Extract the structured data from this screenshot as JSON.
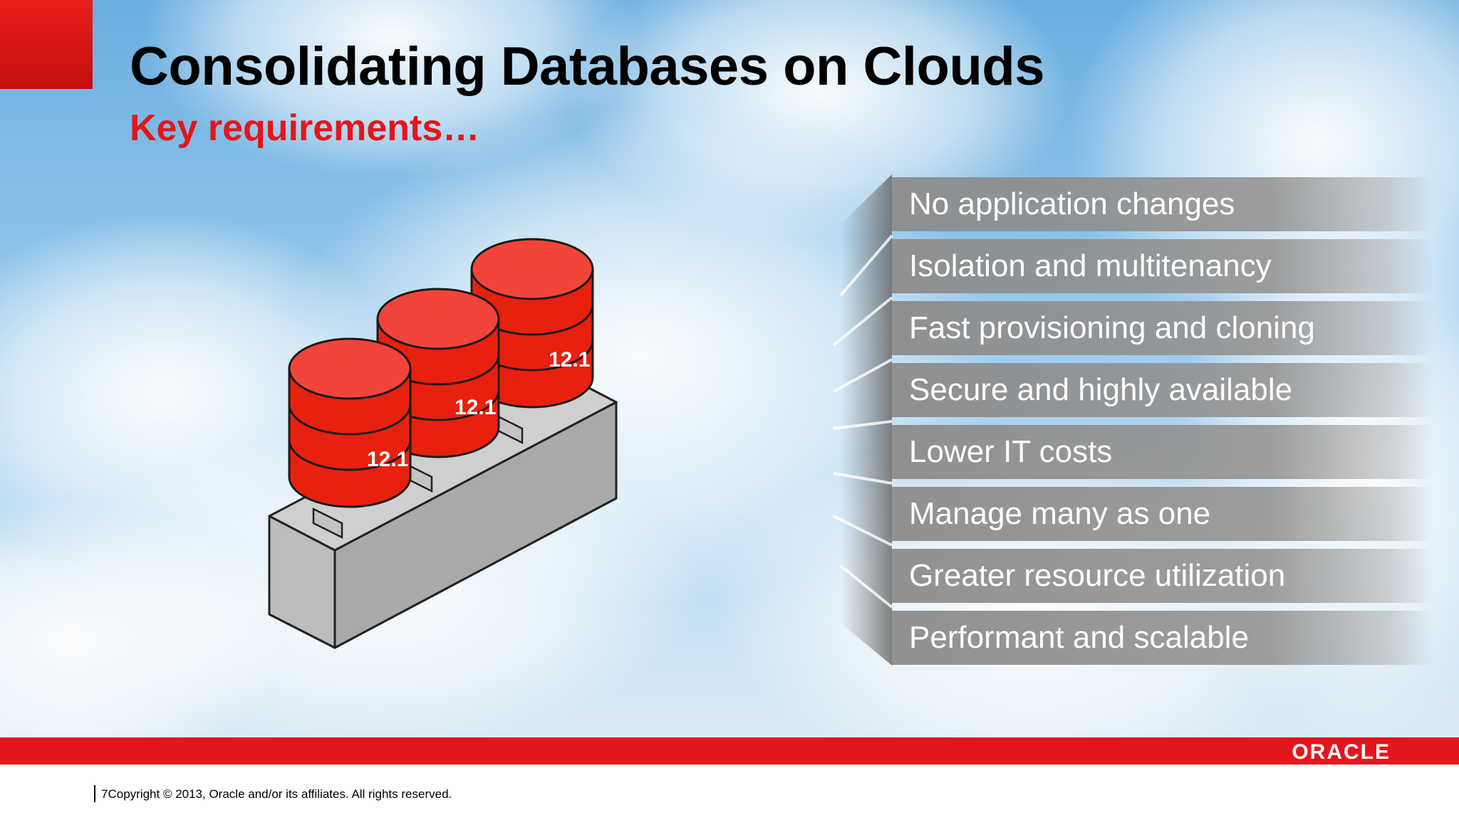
{
  "slide": {
    "title": "Consolidating Databases on Clouds",
    "subtitle": "Key requirements…",
    "database_labels": [
      "12.1",
      "12.1",
      "12.1"
    ],
    "requirements": [
      "No application changes",
      "Isolation and multitenancy",
      "Fast provisioning and cloning",
      "Secure and highly available",
      "Lower IT costs",
      "Manage many as one",
      "Greater resource utilization",
      "Performant and scalable"
    ],
    "footer": {
      "page_number": "7",
      "copyright": "Copyright © 2013, Oracle and/or its affiliates. All rights reserved."
    },
    "brand_logo": "ORACLE",
    "colors": {
      "accent_red": "#e3161b",
      "database_red": "#e8200e",
      "item_gray": "#8c8c8c"
    }
  }
}
